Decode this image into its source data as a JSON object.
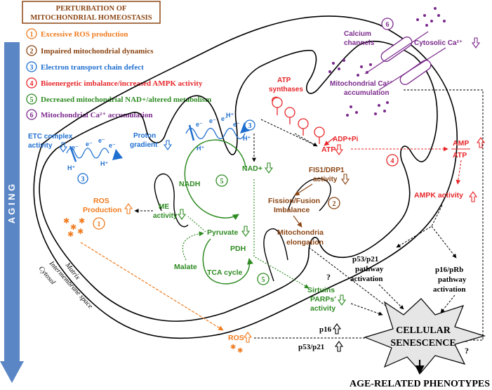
{
  "colors": {
    "ros": "#f07b1e",
    "dynamics": "#8b4513",
    "etc": "#1f6fd0",
    "ampk": "#e8262a",
    "nad": "#2e8b22",
    "calcium": "#7b2a8c",
    "aging_arrow": "#5b86c5",
    "black": "#000000"
  },
  "header": {
    "title_line1": "PERTURBATION OF",
    "title_line2": "MITOCHONDRIAL HOMEOSTASIS"
  },
  "legend": [
    {
      "num": "1",
      "label": "Excessive ROS production",
      "color": "#f07b1e"
    },
    {
      "num": "2",
      "label": "Impaired mitochondrial dynamics",
      "color": "#8b4513"
    },
    {
      "num": "3",
      "label": "Electron transport chain defect",
      "color": "#1f6fd0"
    },
    {
      "num": "4",
      "label": "Bioenergetic imbalance/increased AMPK activity",
      "color": "#e8262a"
    },
    {
      "num": "5",
      "label": "Decreased mitochondrial NAD+/altered metabolism",
      "color": "#2e8b22"
    },
    {
      "num": "6",
      "label": "Mitochondrial Ca²⁺ accumulation",
      "color": "#7b2a8c"
    }
  ],
  "aging_label": "A G I N G",
  "compartments": {
    "matrix": "Matrix",
    "intermembrane": "Intermembrane space",
    "cytosol": "Cytosol"
  },
  "etc": {
    "complex_activity_1": "ETC complex",
    "complex_activity_2": "activity",
    "proton_1": "Proton",
    "proton_2": "gradient",
    "electron": "e⁻",
    "proton": "H⁺",
    "badge": "3"
  },
  "calcium": {
    "badge": "6",
    "channels_1": "Calcium",
    "channels_2": "channels",
    "cytosolic": "Cytosolic Ca²⁺",
    "mito_1": "Mitochondrial Ca²⁺",
    "mito_2": "accumulation"
  },
  "atp": {
    "synthases_1": "ATP",
    "synthases_2": "synthases",
    "adp": "ADP+Pi",
    "atp": "ATP",
    "amp": "AMP",
    "atp_ratio": "ATP",
    "ampk": "AMPK activity",
    "badge": "4"
  },
  "dynamics": {
    "fis_1": "FIS1/DRP1",
    "fis_2": "activity",
    "imbalance_1": "Fission/Fusion",
    "imbalance_2": "Imbalance",
    "elong_1": "Mitochondria",
    "elong_2": "elongation",
    "badge": "2"
  },
  "metabolism": {
    "nadh": "NADH",
    "nad": "NAD+",
    "pyruvate": "Pyruvate",
    "pdh": "PDH",
    "malate": "Malate",
    "tca": "TCA cycle",
    "badge": "5"
  },
  "ros": {
    "production_1": "ROS",
    "production_2": "Production",
    "me_1": "ME",
    "me_2": "activity",
    "badge": "1",
    "cyto_ros": "ROS"
  },
  "sirtuins": {
    "line1": "Sirtuins",
    "line2": "PARPs'",
    "line3": "activity"
  },
  "pathways": {
    "p53_1": "p53/p21",
    "p53_2": "pathway",
    "p53_3": "activation",
    "p16_1": "p16/pRb",
    "p16_2": "pathway",
    "p16_3": "activation",
    "q1": "?",
    "q2": "?"
  },
  "markers": {
    "p16": "p16",
    "p53": "p53/p21"
  },
  "senescence": {
    "line1": "CELLULAR",
    "line2": "SENESCENCE"
  },
  "outcome": "AGE-RELATED PHENOTYPES"
}
